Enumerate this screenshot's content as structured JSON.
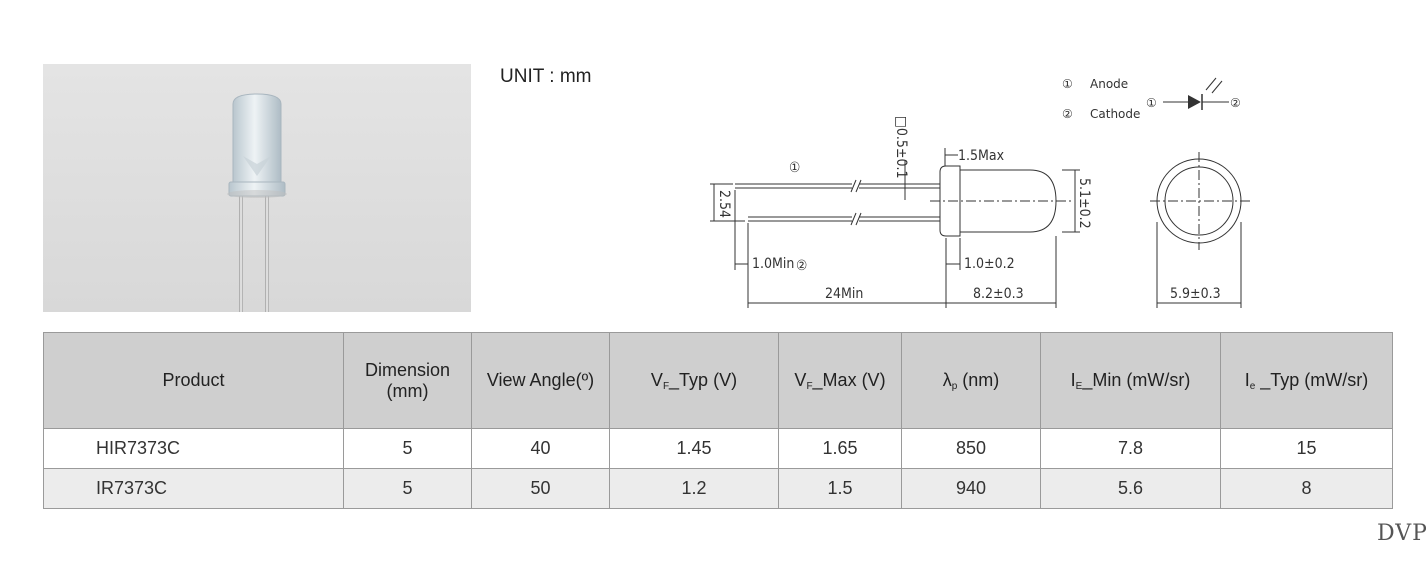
{
  "unit_label": "UNIT : mm",
  "pin_legend": {
    "anode_num": "①",
    "anode": "Anode",
    "cathode_num": "②",
    "cathode": "Cathode",
    "symbol_left": "①",
    "symbol_right": "②"
  },
  "drawing_labels": {
    "pin_1": "①",
    "pin_2": "②",
    "lead_square": "□0.5±0.1",
    "flange_max": "1.5Max",
    "pitch": "2.54",
    "body_diameter": "5.1±0.2",
    "cut_min": "1.0Min",
    "flange_thick": "1.0±0.2",
    "lead_length": "24Min",
    "body_length": "8.2±0.3",
    "flange_diameter": "5.9±0.3"
  },
  "table": {
    "headers": {
      "product": "Product",
      "dimension_line1": "Dimension",
      "dimension_line2": "(mm)",
      "view_angle": "View Angle(º)",
      "vf_typ_sym": "V",
      "vf_typ_sub": "F",
      "vf_typ_rest": "_Typ (V)",
      "vf_max_sym": "V",
      "vf_max_sub": "F",
      "vf_max_rest": "_Max (V)",
      "lambda_sym": "λ",
      "lambda_sub": "p",
      "lambda_rest": " (nm)",
      "ie_min_sym": "I",
      "ie_min_sub": "E",
      "ie_min_rest": "_Min (mW/sr)",
      "ie_typ_sym": "I",
      "ie_typ_sub": "e",
      "ie_typ_rest": " _Typ (mW/sr)"
    },
    "rows": [
      {
        "product": "HIR7373C",
        "dimension": "5",
        "view_angle": "40",
        "vf_typ": "1.45",
        "vf_max": "1.65",
        "lambda": "850",
        "ie_min": "7.8",
        "ie_typ": "15"
      },
      {
        "product": "IR7373C",
        "dimension": "5",
        "view_angle": "50",
        "vf_typ": "1.2",
        "vf_max": "1.5",
        "lambda": "940",
        "ie_min": "5.6",
        "ie_typ": "8"
      }
    ]
  },
  "footer_mark": "DVP"
}
